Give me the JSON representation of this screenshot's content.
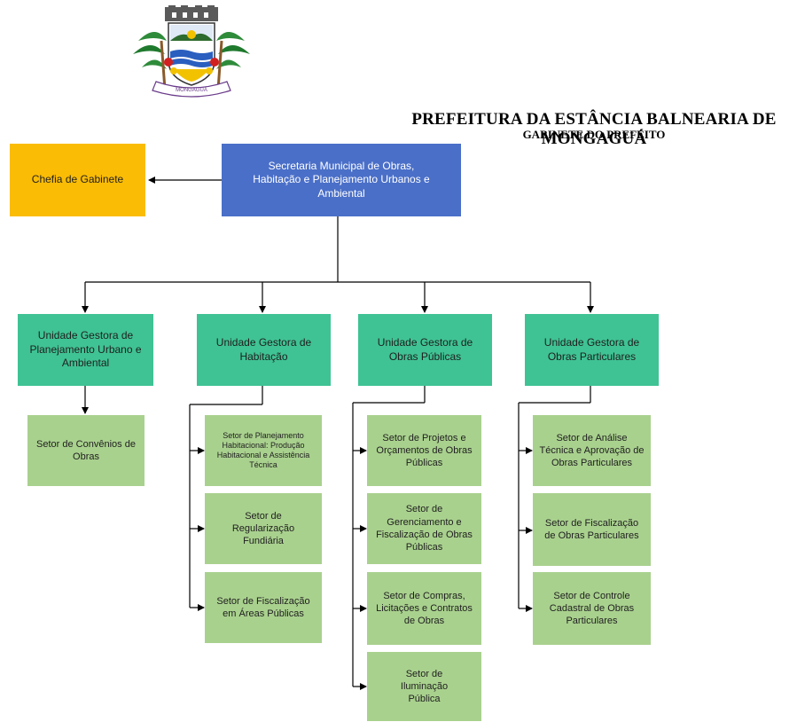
{
  "header": {
    "title": "PREFEITURA DA ESTÂNCIA BALNEARIA DE MONGAGUÁ",
    "subtitle": "GABINETE DO PREFEITO",
    "logo_text": "MONGAGUÁ"
  },
  "top": {
    "chefia": "Chefia de Gabinete",
    "secretaria": "Secretaria Municipal de Obras, Habitação e Planejamento Urbanos e Ambiental"
  },
  "units": [
    {
      "label": "Unidade Gestora de Planejamento Urbano e Ambiental",
      "sectors": [
        "Setor de Convênios de Obras"
      ]
    },
    {
      "label": "Unidade Gestora de Habitação",
      "sectors": [
        "Setor de Planejamento Habitacional: Produção Habitacional e Assistência Técnica",
        "Setor de Regularização Fundiária",
        "Setor de Fiscalização em Áreas Públicas"
      ]
    },
    {
      "label": "Unidade Gestora de Obras Públicas",
      "sectors": [
        "Setor de Projetos e Orçamentos de Obras Públicas",
        "Setor de Gerenciamento e Fiscalização de Obras Públicas",
        "Setor de Compras, Licitações e Contratos de Obras",
        "Setor de Iluminação Pública"
      ]
    },
    {
      "label": "Unidade Gestora de Obras Particulares",
      "sectors": [
        "Setor de Análise Técnica e Aprovação de Obras Particulares",
        "Setor de Fiscalização de Obras Particulares",
        "Setor de Controle Cadastral de Obras Particulares"
      ]
    }
  ],
  "colors": {
    "chefia": "#fbbc05",
    "secretaria": "#4a6fc8",
    "unit": "#3fc394",
    "sector": "#a9d18e"
  }
}
